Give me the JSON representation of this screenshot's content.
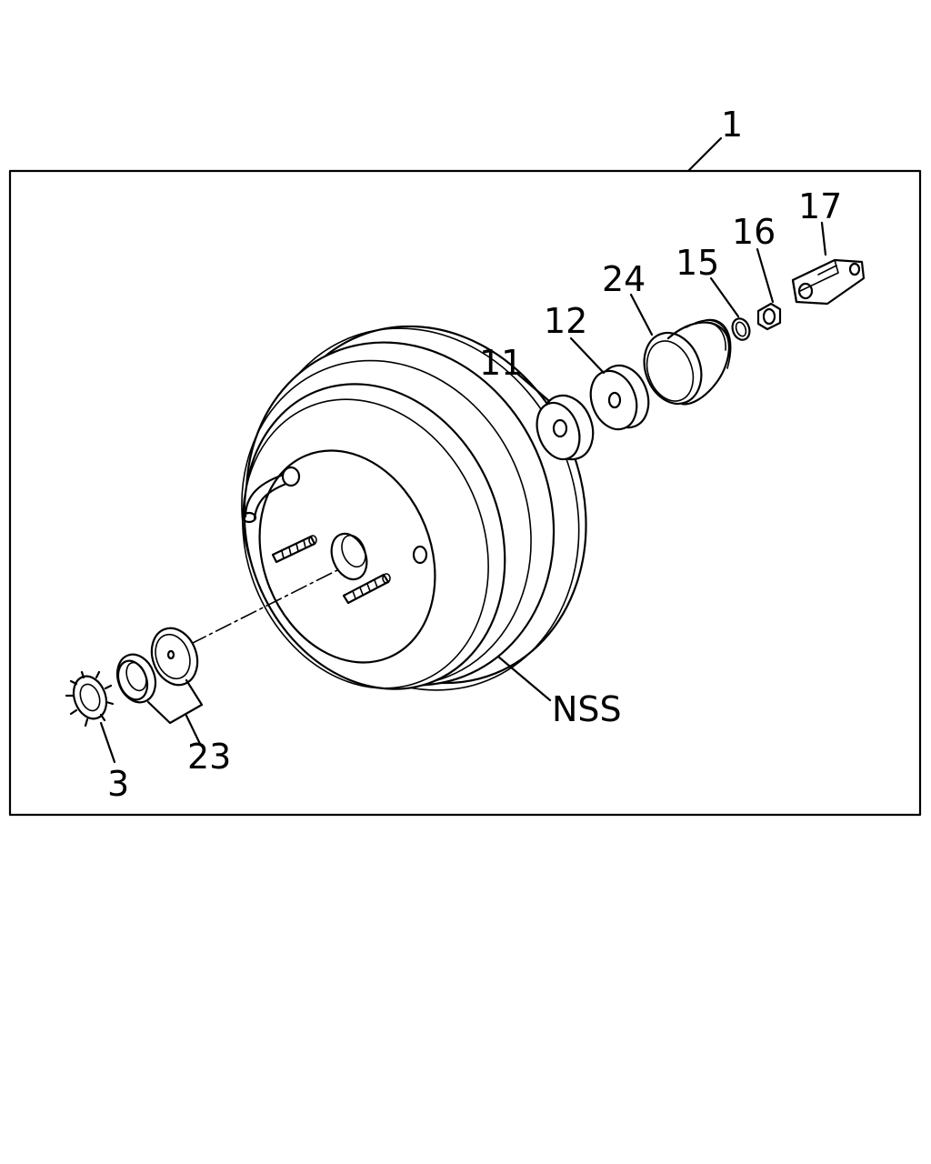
{
  "diagram": {
    "callouts": {
      "c1": "1",
      "c17": "17",
      "c16": "16",
      "c15": "15",
      "c24": "24",
      "c12": "12",
      "c11": "11",
      "cNSS": "NSS",
      "c23": "23",
      "c3": "3"
    }
  },
  "colors": {
    "ink": "#000000",
    "paper": "#ffffff"
  }
}
